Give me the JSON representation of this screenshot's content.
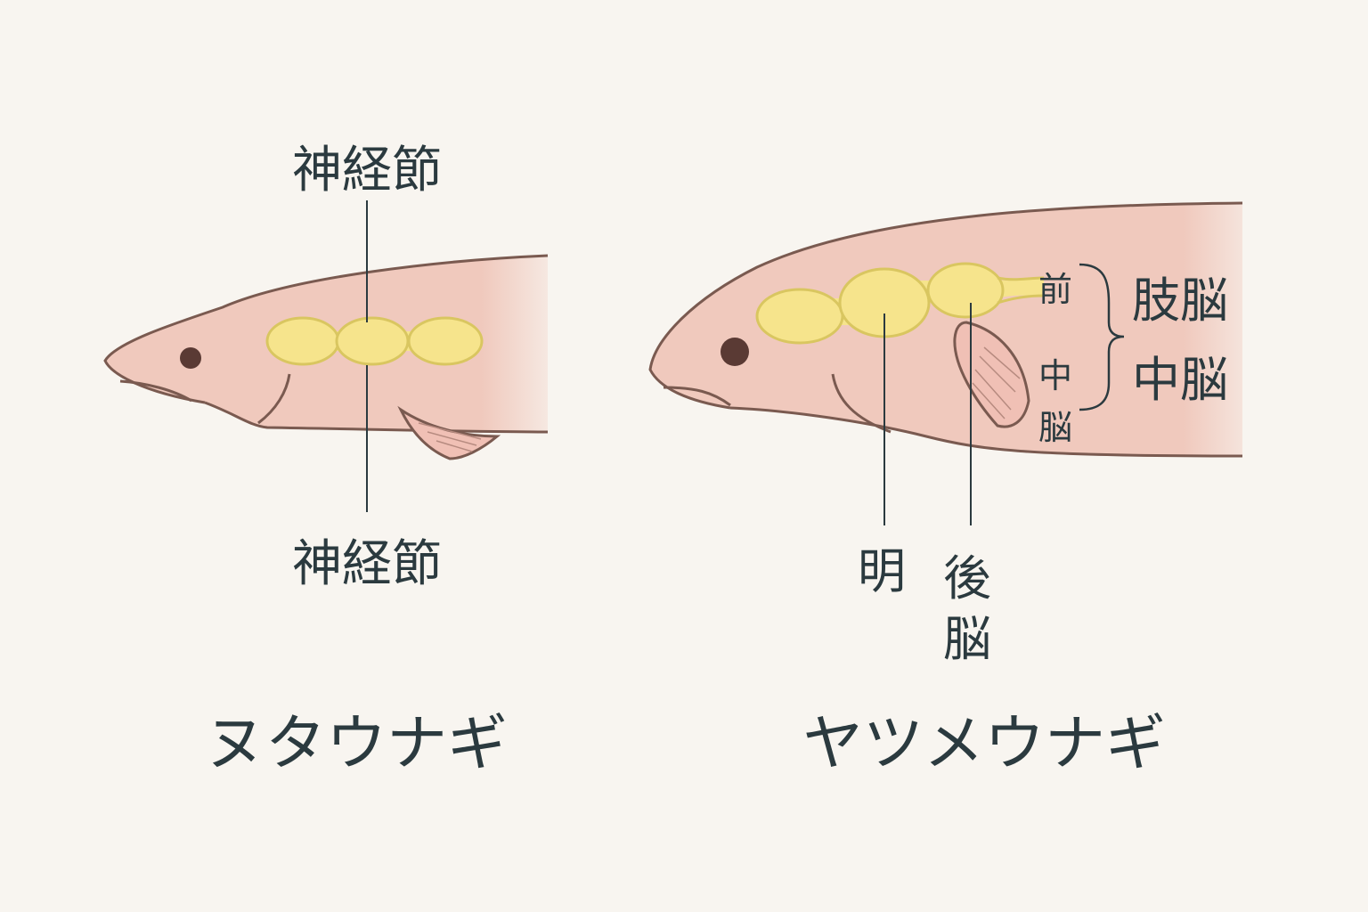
{
  "left": {
    "title": "ヌタウナギ",
    "label_top": "神経節",
    "label_bottom": "神経節"
  },
  "right": {
    "title": "ヤツメウナギ",
    "label_ming": "明",
    "label_hindbrain_1": "後",
    "label_hindbrain_2": "脳",
    "label_front": "前",
    "label_mid_1": "中",
    "label_mid_2": "脳",
    "label_limb_brain": "肢脳",
    "label_midbrain": "中脳"
  },
  "colors": {
    "background": "#f8f5f0",
    "body": "#f0c9bd",
    "outline": "#7a5a50",
    "brain": "#f6e48c",
    "text": "#2b3a3f"
  }
}
